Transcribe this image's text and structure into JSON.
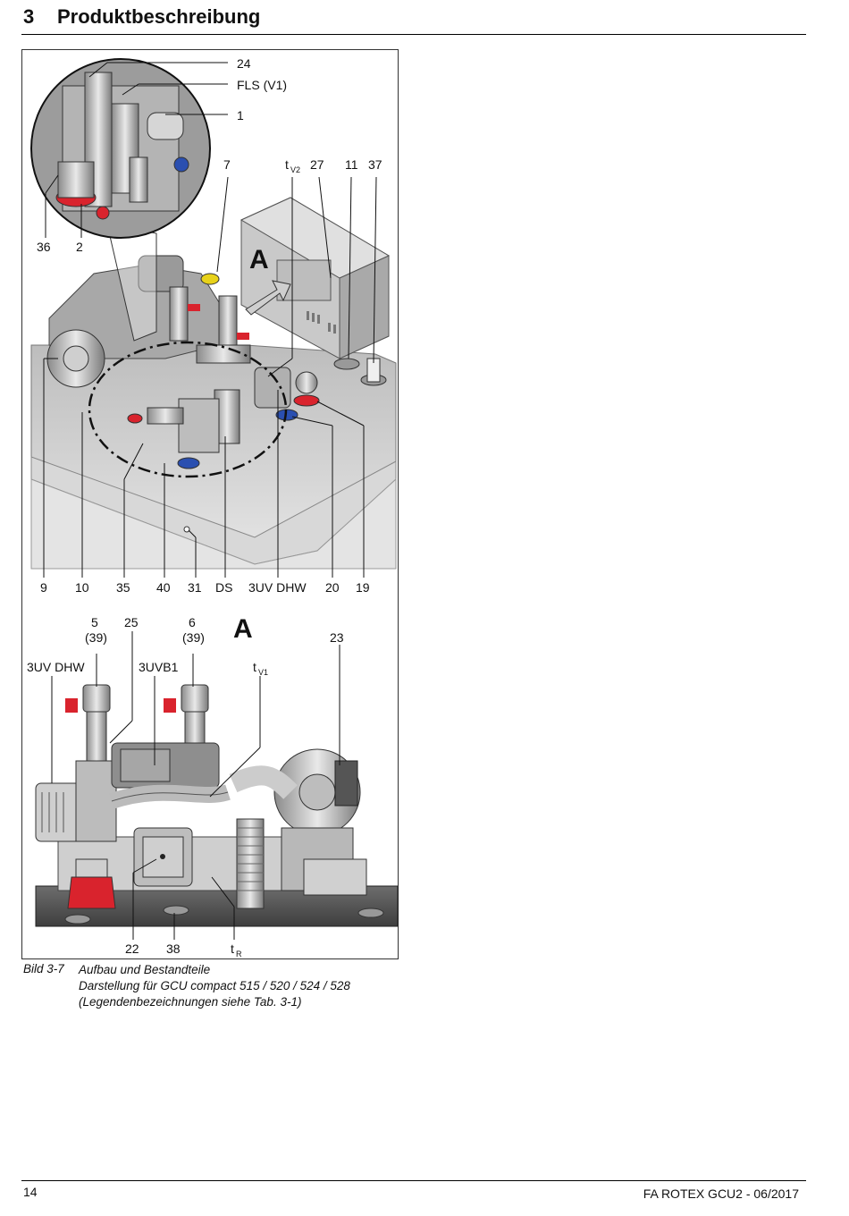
{
  "header": {
    "chapter_number": "3",
    "chapter_title": "Produktbeschreibung"
  },
  "figure": {
    "top_labels": {
      "l24": "24",
      "lfls": "FLS (V1)",
      "l1": "1",
      "l7": "7",
      "ltv2": "t",
      "ltv2_sub": "V2",
      "l27": "27",
      "l11": "11",
      "l37": "37",
      "l36": "36",
      "l2": "2",
      "lA": "A",
      "l9": "9",
      "l10": "10",
      "l35": "35",
      "l40": "40",
      "l31": "31",
      "lds": "DS",
      "l3uvdhw": "3UV DHW",
      "l20": "20",
      "l19": "19"
    },
    "bottom_labels": {
      "l5": "5",
      "l5b": "(39)",
      "l25": "25",
      "l6": "6",
      "l6b": "(39)",
      "lA2": "A",
      "l23": "23",
      "l3uvdhw2": "3UV DHW",
      "l3uvb1": "3UVB1",
      "ltv1": "t",
      "ltv1_sub": "V1",
      "l22": "22",
      "l38": "38",
      "ltr": "t",
      "ltr_sub": "R"
    }
  },
  "caption": {
    "id": "Bild 3-7",
    "line1": "Aufbau und Bestandteile",
    "line2": "Darstellung für GCU compact 515 / 520 / 524 / 528",
    "line3": "(Legendenbezeichnungen siehe Tab. 3-1)"
  },
  "footer": {
    "page_number": "14",
    "doc_id": "FA ROTEX GCU2 - 06/2017"
  },
  "colors": {
    "red_valve": "#d9232d",
    "blue_valve": "#2a4fb0",
    "yellow_cap": "#e8d21a",
    "housing_grey": "#cfcfcf"
  }
}
